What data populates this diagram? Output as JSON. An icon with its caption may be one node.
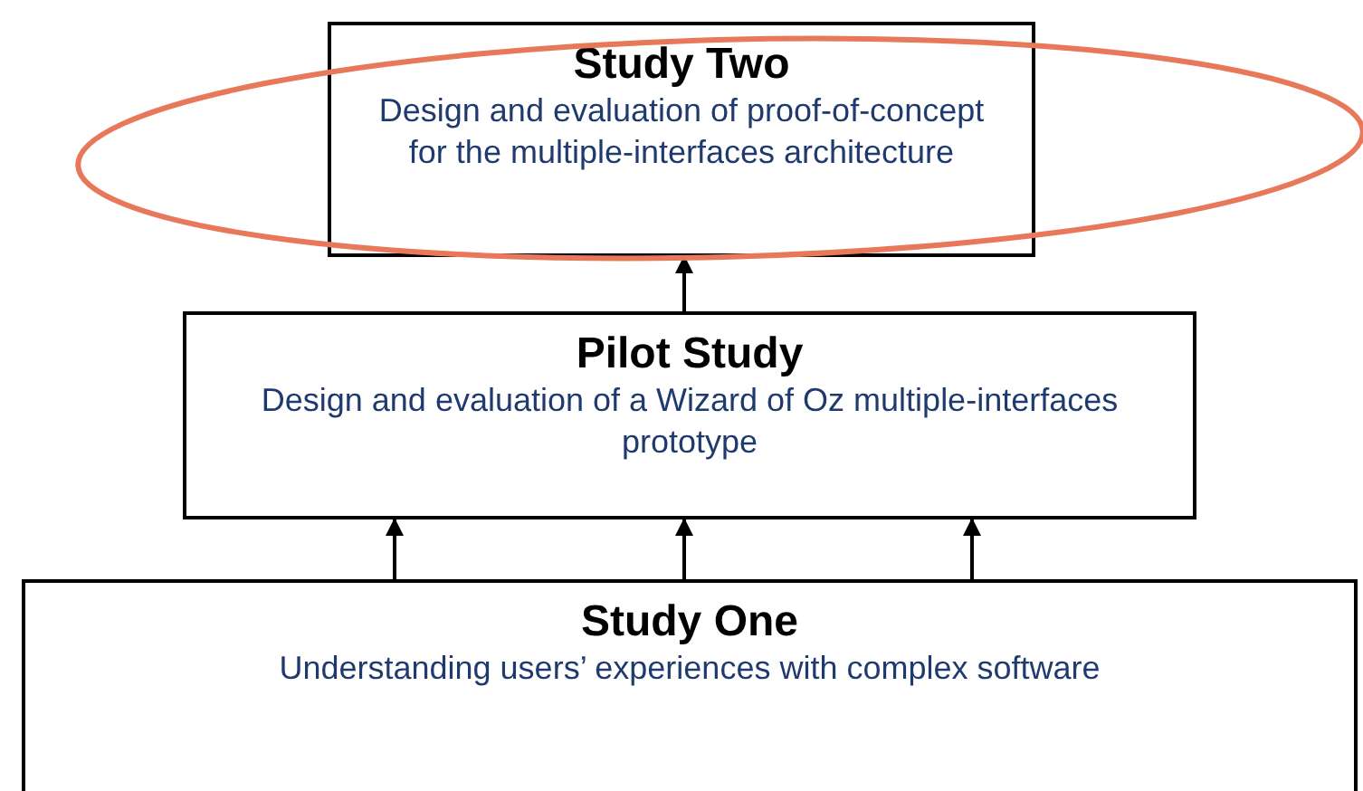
{
  "diagram": {
    "nodes": [
      {
        "text": [
          "Study Two",
          "Design and evaluation of proof-of-concept for the multiple-interfaces architecture"
        ]
      },
      {
        "text": [
          "Pilot Study",
          "Design and evaluation of a Wizard of Oz multiple-interfaces prototype"
        ]
      },
      {
        "text": [
          "Study One",
          "Understanding users’ experiences with complex software"
        ]
      }
    ],
    "edges": [
      {
        "from": 1,
        "to": 0,
        "arrow": "to"
      },
      {
        "from": 2,
        "to": 1,
        "arrow": "to"
      },
      {
        "from": 2,
        "to": 1,
        "arrow": "to"
      },
      {
        "from": 2,
        "to": 1,
        "arrow": "to"
      }
    ]
  }
}
